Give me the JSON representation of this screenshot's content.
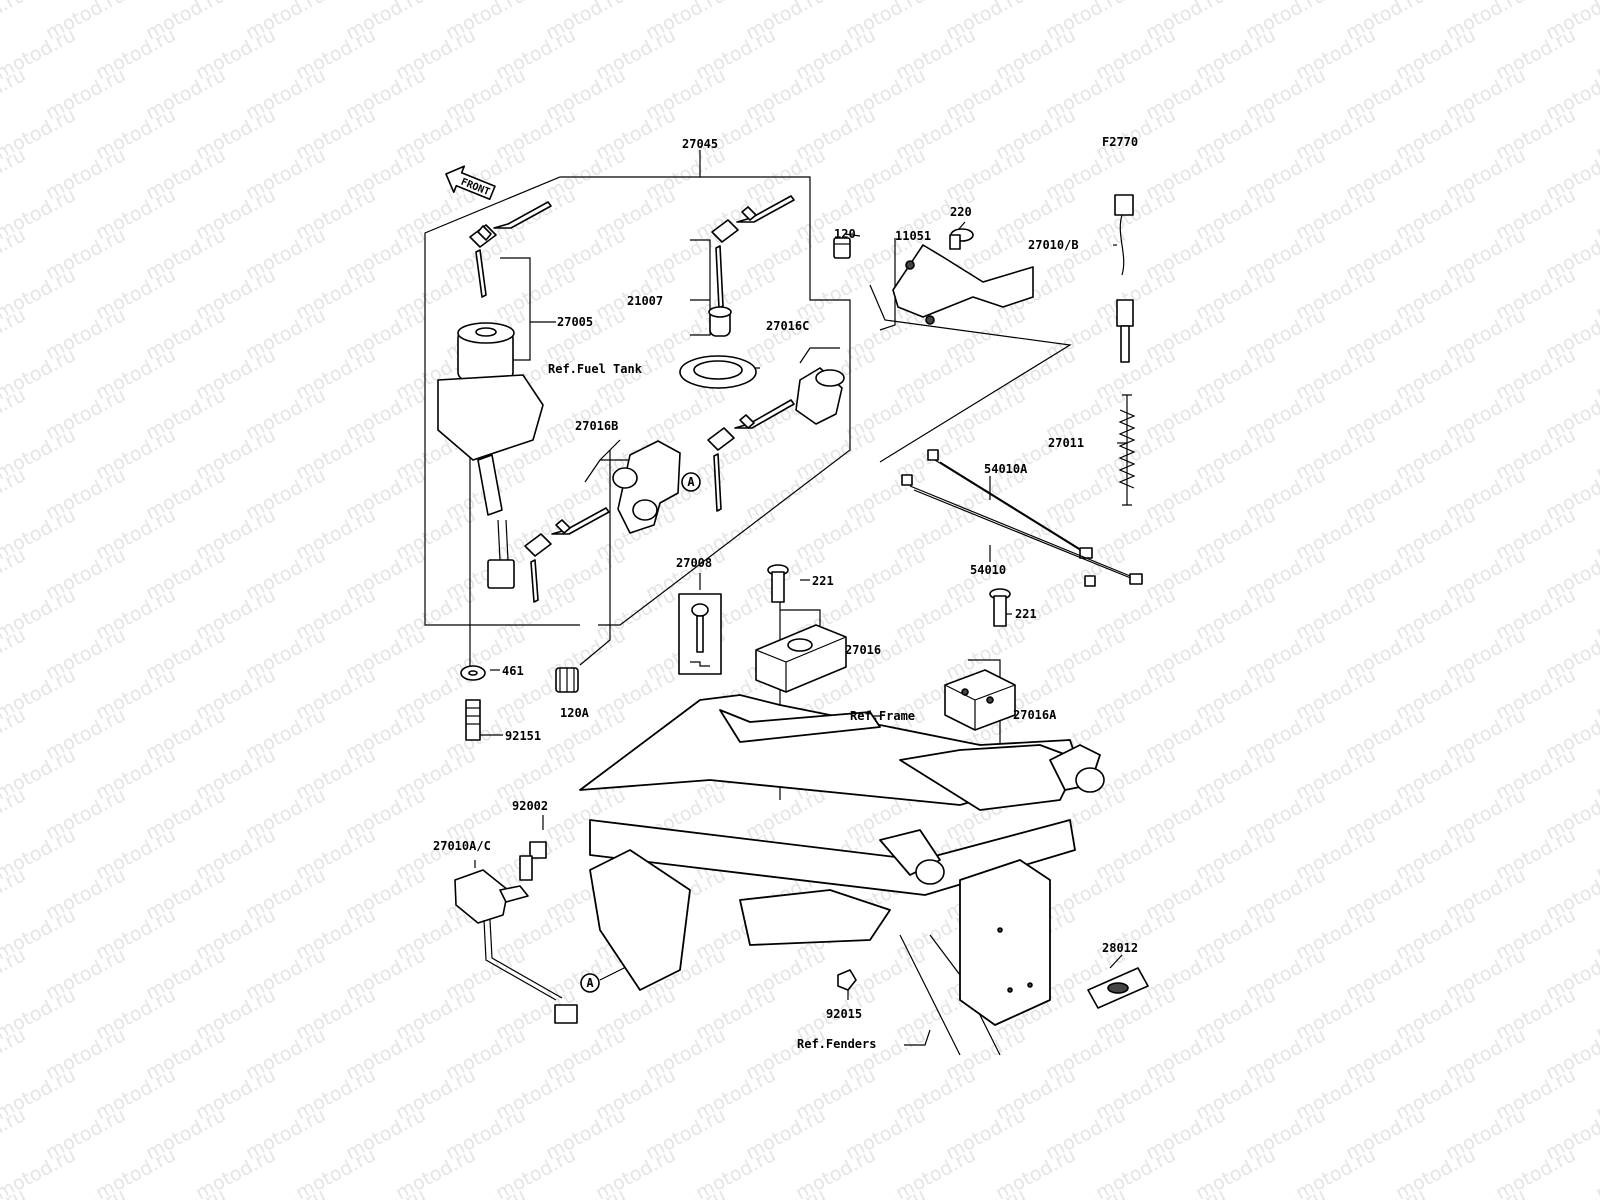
{
  "watermark": "motod.ru",
  "figure_code": "F2770",
  "front_arrow_label": "FRONT",
  "callout_marker": "A",
  "part_labels": {
    "p27045": "27045",
    "p27005": "27005",
    "p21007": "21007",
    "p27016C": "27016C",
    "ref_fuel_tank": "Ref.Fuel Tank",
    "p27016B": "27016B",
    "p120": "120",
    "p11051": "11051",
    "p220": "220",
    "p27010B": "27010/B",
    "p27011": "27011",
    "p54010A": "54010A",
    "p54010": "54010",
    "p27008": "27008",
    "p221a": "221",
    "p221b": "221",
    "p27016": "27016",
    "p27016A": "27016A",
    "p461": "461",
    "p120A": "120A",
    "p92151": "92151",
    "ref_frame": "Ref.Frame",
    "p92002": "92002",
    "p27010AC": "27010A/C",
    "p28012": "28012",
    "p92015": "92015",
    "ref_fenders": "Ref.Fenders"
  }
}
